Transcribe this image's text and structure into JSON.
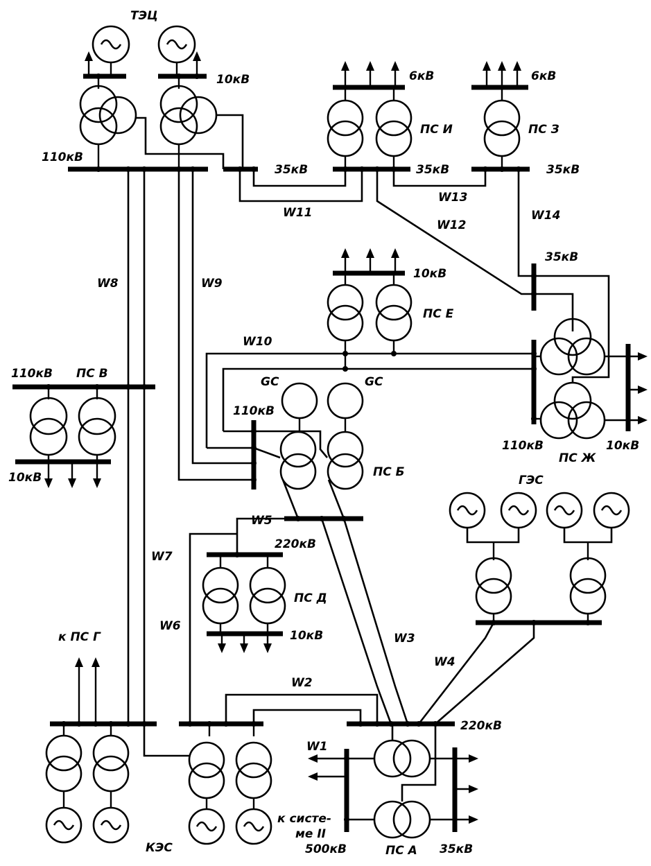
{
  "labels": {
    "tec": "ТЭЦ",
    "tec_10": "10кВ",
    "tec_110": "110кВ",
    "kv6_i": "6кВ",
    "kv6_z": "6кВ",
    "ps_i": "ПС И",
    "ps_z": "ПС З",
    "kv35_a": "35кВ",
    "kv35_b": "35кВ",
    "kv35_c": "35кВ",
    "w11": "W11",
    "w12": "W12",
    "w13": "W13",
    "w14": "W14",
    "zh_35": "35кВ",
    "w8": "W8",
    "w9": "W9",
    "e_10": "10кВ",
    "ps_e": "ПС Е",
    "w10": "W10",
    "gc1": "GC",
    "gc2": "GC",
    "v_110": "110кВ",
    "ps_v": "ПС В",
    "v_10": "10кВ",
    "b_110": "110кВ",
    "ps_b": "ПС Б",
    "zh_110": "110кВ",
    "ps_zh": "ПС Ж",
    "zh_10": "10кВ",
    "ges": "ГЭС",
    "w5": "W5",
    "d_220": "220кВ",
    "w7": "W7",
    "ps_d": "ПС Д",
    "w6": "W6",
    "d_10": "10кВ",
    "w3": "W3",
    "k_ps_g": "к ПС Г",
    "w4": "W4",
    "w2": "W2",
    "a_220": "220кВ",
    "w1": "W1",
    "k_sist_1": "к систе-",
    "k_sist_2": "ме II",
    "a_500": "500кВ",
    "ps_a": "ПС А",
    "a_35": "35кВ",
    "kes": "КЭС"
  }
}
